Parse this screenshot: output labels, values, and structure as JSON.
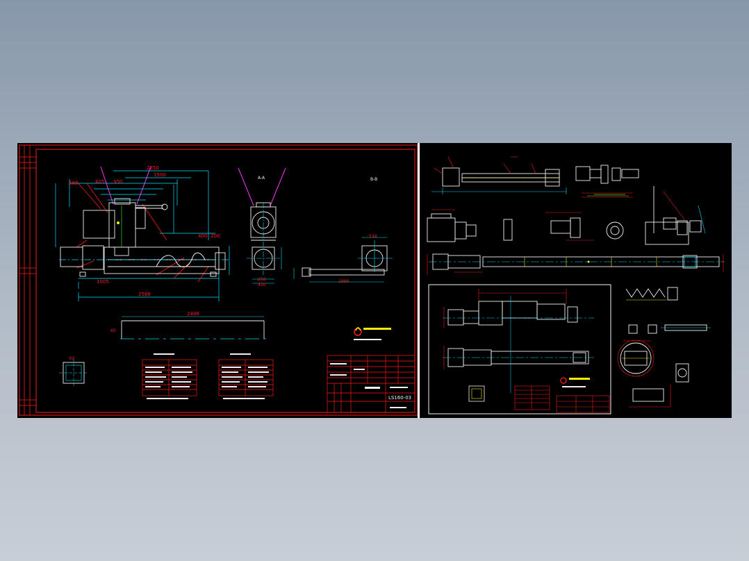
{
  "colors": {
    "background_top": "#8797aa",
    "background_bottom": "#c8ced6",
    "canvas": "#000000",
    "frame_red": "#ff1a1a",
    "outline_white": "#f2f2f2",
    "dimension_cyan": "#00e5ff",
    "center_blue": "#2f7dff",
    "yellow": "#ffee00",
    "magenta": "#ff33ff",
    "green": "#33ff33"
  },
  "labels": {
    "dim_2250": "2250",
    "dim_1500": "1500",
    "dim_680": "680",
    "dim_405": "405",
    "dim_350": "350",
    "dim_1005": "1005",
    "dim_2588": "2588",
    "dim_400": "400",
    "dim_200": "200",
    "section_aa": "A-A",
    "section_bb": "B-B",
    "dim_534": "534",
    "dim_1990": "1990",
    "dim_450": "450",
    "dim_250": "250",
    "dim_2498": "2498",
    "dim_60": "60",
    "dim_50": "50",
    "drawing_title": "LS160-03"
  }
}
